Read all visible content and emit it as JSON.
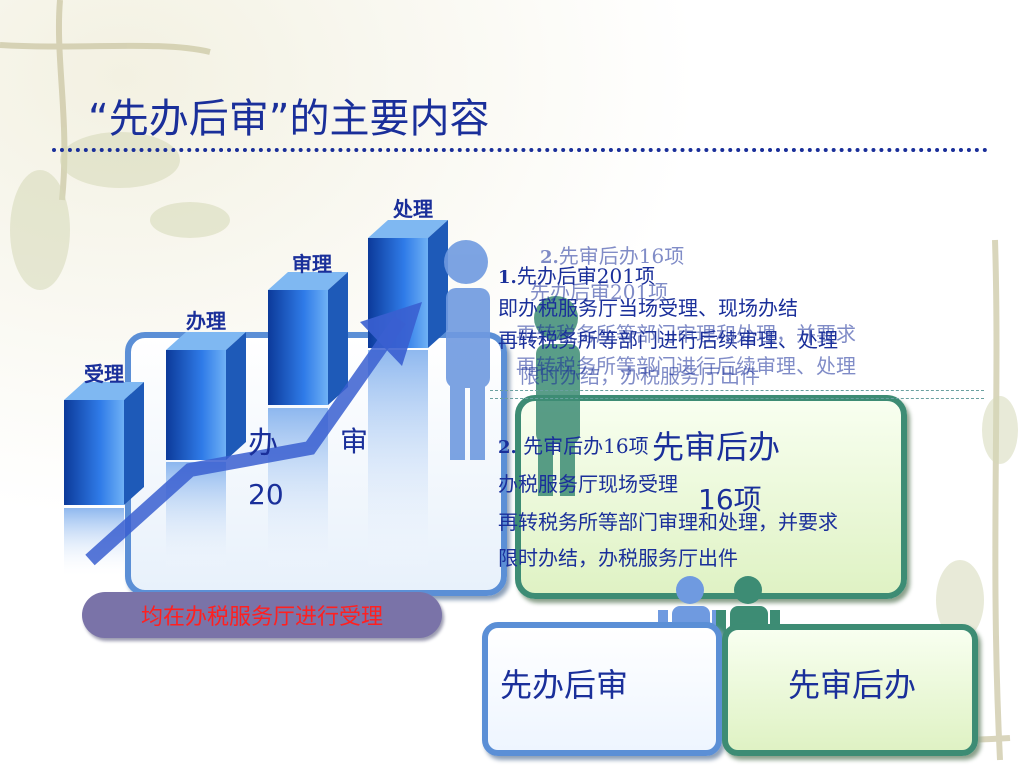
{
  "slide": {
    "title": "“先办后审”的主要内容",
    "columns": [
      {
        "label": "受理"
      },
      {
        "label": "办理"
      },
      {
        "label": "审理"
      },
      {
        "label": "处理"
      }
    ],
    "left_panel": {
      "line1": "办",
      "line1b": "审",
      "line2": "20"
    },
    "right_panel": {
      "line1": "先审后办",
      "line2": "16项"
    },
    "notes_top": {
      "item1_num": "1.",
      "item1_title": "先办后审201项",
      "item1_line1": "即办税服务厅当场受理、现场办结",
      "item1_line2": "再转税务所等部门进行后续审理、处理",
      "item2_num": "2.",
      "item2_title": "先审后办16项",
      "item2_line1": "办税服务厅现场受理",
      "item2_line2": "再转税务所等部门审理和处理，并要求",
      "item2_line3": "限时办结，办税服务厅出件"
    },
    "notes_bottom": {
      "item_num": "2.",
      "item_title": "先审后办16项",
      "line1": "办税服务厅现场受理",
      "line2": "再转税务所等部门审理和处理，并要求",
      "line3": "限时办结，办税服务厅出件"
    },
    "pill_text": "均在办税服务厅进行受理",
    "box_left": "先办后审",
    "box_right": "先审后办",
    "colors": {
      "title": "#1a2f9a",
      "blue_frame": "#5b8fd6",
      "green_frame": "#3d8c74",
      "pill": "#7a73a8",
      "pill_text": "#ff2020"
    }
  }
}
